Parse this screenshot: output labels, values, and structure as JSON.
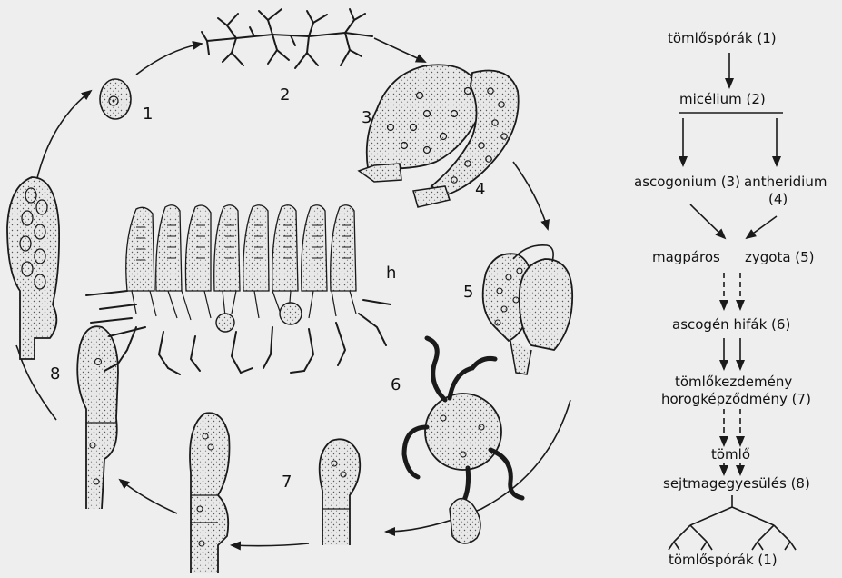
{
  "figure_numbers": {
    "n1": "1",
    "n2": "2",
    "n3": "3",
    "n4": "4",
    "n5": "5",
    "n6": "6",
    "n7": "7",
    "n8": "8",
    "h": "h"
  },
  "scheme": {
    "step1": "tömlőspórák (1)",
    "step2": "micélium (2)",
    "step3a": "ascogonium (3)",
    "step3b": "antheridium",
    "step3b_num": "(4)",
    "step4a": "magpáros",
    "step4b": "zygota (5)",
    "step5": "ascogén hifák (6)",
    "step6a": "tömlőkezdemény",
    "step6b": "horogképződmény (7)",
    "step7": "tömlő",
    "step8": "sejtmagegyesülés (8)",
    "step9": "tömlőspórák (1)"
  },
  "colors": {
    "ink": "#1a1a1a",
    "background": "#eeeeee",
    "cell_fill": "#e4e4e4"
  }
}
